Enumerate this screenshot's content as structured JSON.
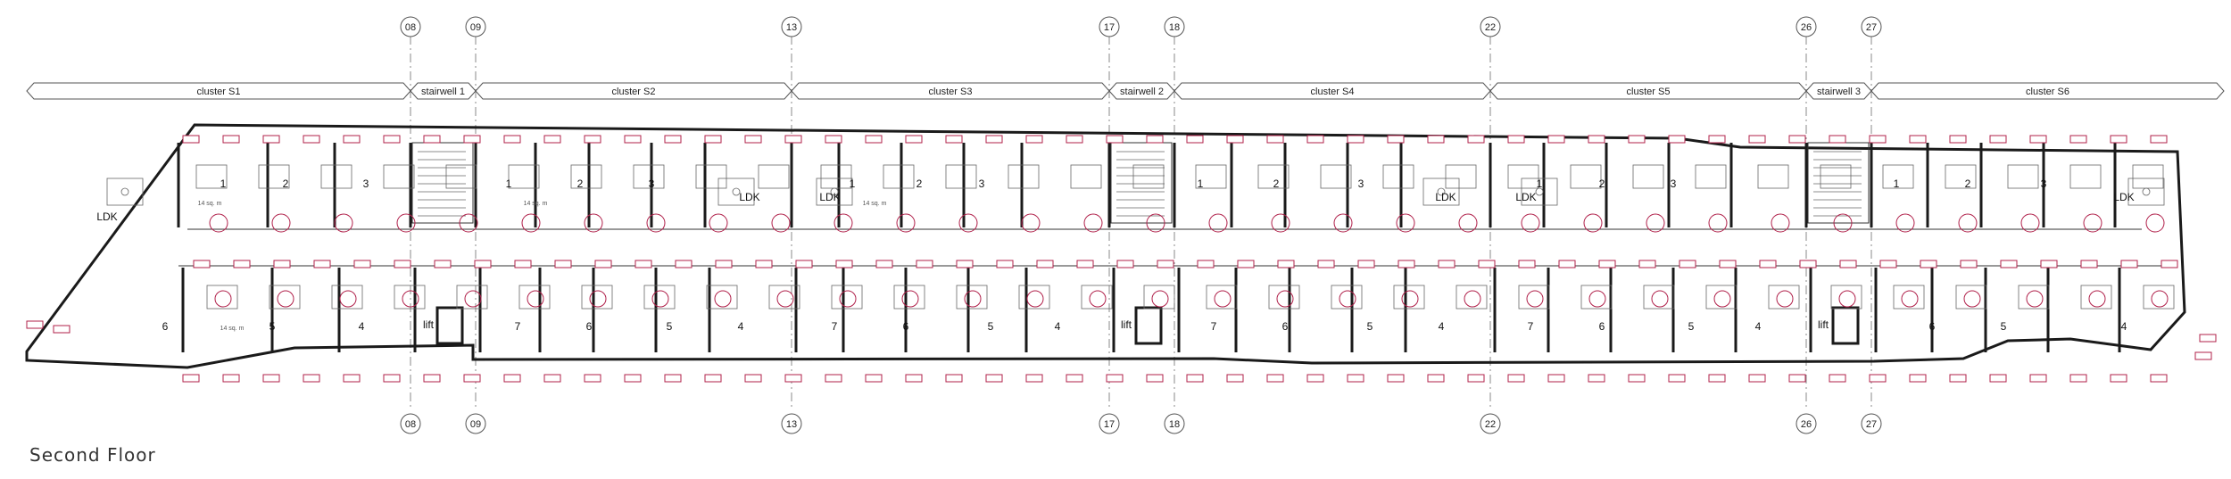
{
  "title": "Second Floor",
  "grid_lines": [
    "08",
    "09",
    "13",
    "17",
    "18",
    "22",
    "26",
    "27"
  ],
  "bands": [
    "cluster S1",
    "stairwell 1",
    "cluster S2",
    "cluster S3",
    "stairwell 2",
    "cluster S4",
    "cluster S5",
    "stairwell 3",
    "cluster S6"
  ],
  "labels": {
    "ldk": "LDK",
    "lift": "lift",
    "area_sample": "14 sq. m"
  },
  "rooms": {
    "s1_top": [
      "1",
      "2",
      "3"
    ],
    "s1_bottom": [
      "6",
      "5",
      "4"
    ],
    "s2_top": [
      "1",
      "2",
      "3"
    ],
    "s2_bottom": [
      "7",
      "6",
      "5",
      "4"
    ],
    "s3_top": [
      "1",
      "2",
      "3"
    ],
    "s3_bottom": [
      "7",
      "6",
      "5",
      "4"
    ],
    "s4_top": [
      "1",
      "2",
      "3"
    ],
    "s4_bottom": [
      "7",
      "6",
      "5",
      "4"
    ],
    "s5_top": [
      "1",
      "2",
      "3"
    ],
    "s5_bottom": [
      "7",
      "6",
      "5",
      "4"
    ],
    "s6_top": [
      "1",
      "2",
      "3"
    ],
    "s6_bottom": [
      "6",
      "5",
      "4"
    ]
  },
  "colors": {
    "tag": "#b0204a",
    "wall": "#1a1a1a"
  }
}
